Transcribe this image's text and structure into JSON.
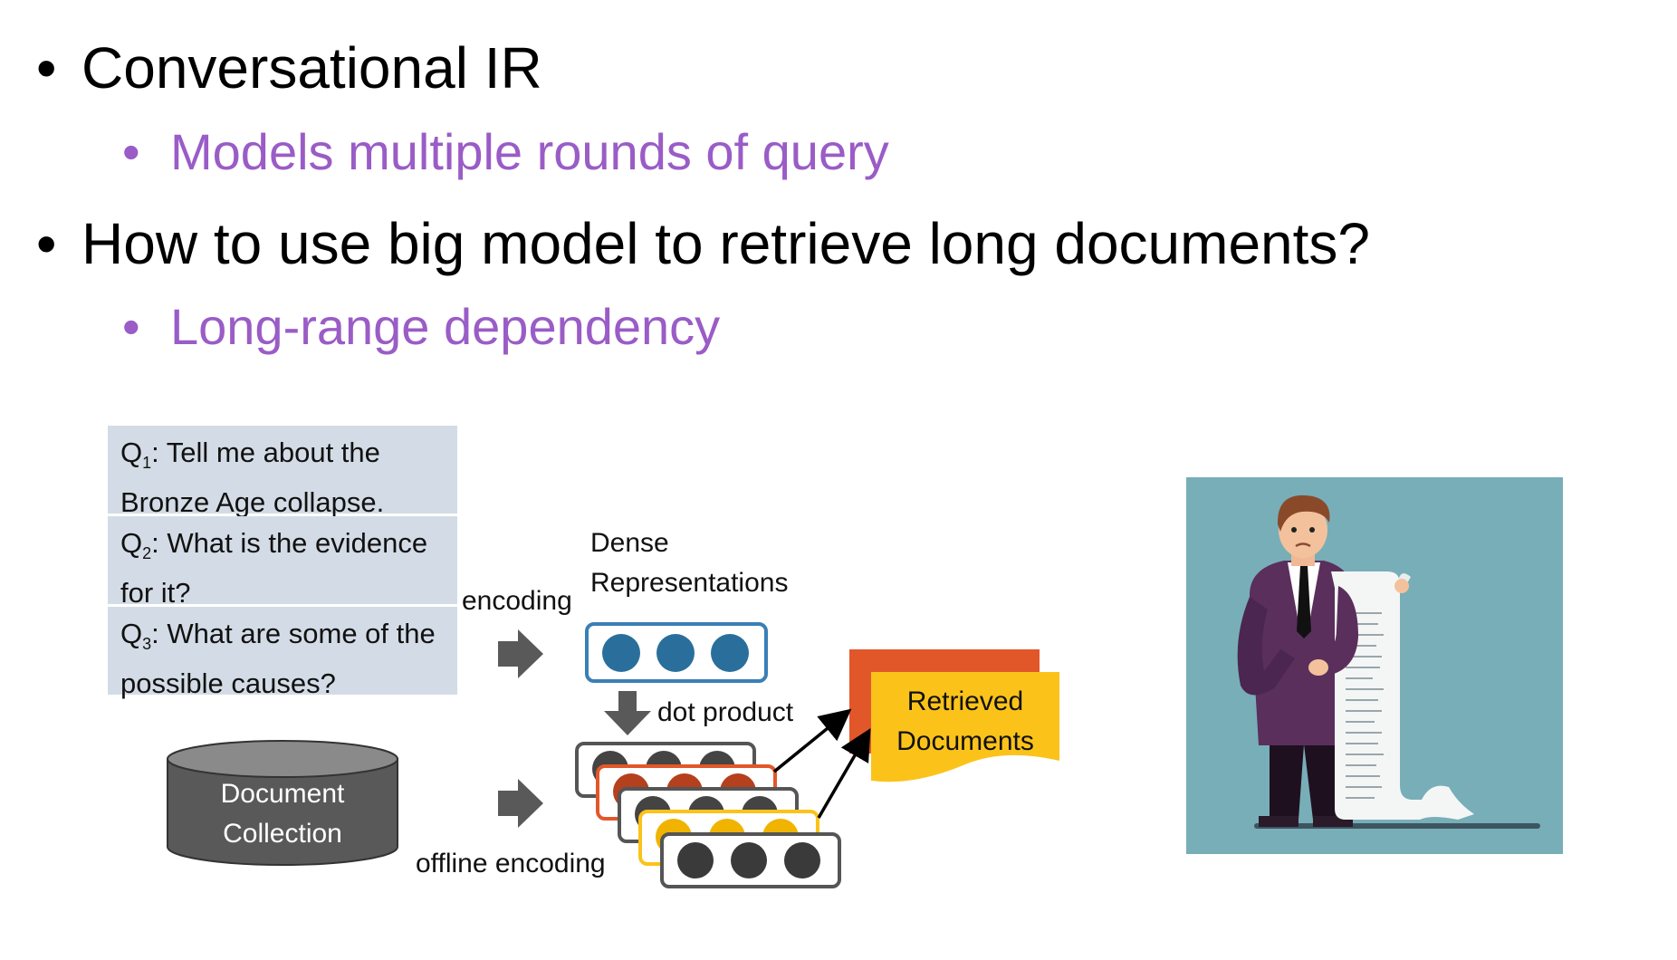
{
  "slide": {
    "bullets": [
      {
        "text": "Conversational IR",
        "sub": "Models multiple rounds of query"
      },
      {
        "text": "How to use big model to retrieve long documents?",
        "sub": "Long-range dependency"
      }
    ]
  },
  "diagram": {
    "queries": [
      {
        "prefix": "Q",
        "index": "1",
        "text": ": Tell me about the Bronze Age collapse."
      },
      {
        "prefix": "Q",
        "index": "2",
        "text": ": What is the evidence for it?"
      },
      {
        "prefix": "Q",
        "index": "3",
        "text": ": What are some of the possible causes?"
      }
    ],
    "encoding_label": "encoding",
    "dense_label_line1": "Dense",
    "dense_label_line2": "Representations",
    "dot_product_label": "dot product",
    "collection_label_line1": "Document",
    "collection_label_line2": "Collection",
    "offline_label": "offline encoding",
    "retrieved_label_line1": "Retrieved",
    "retrieved_label_line2": "Documents"
  },
  "colors": {
    "bullet_sub": "#9a5cc6",
    "query_bg": "#d3dce6",
    "dense_border": "#3a7fb6",
    "dense_dot": "#2a6f9c",
    "doc_orange": "#e2572a",
    "doc_yellow": "#fbc31a",
    "cylinder": "#5a5a5a",
    "illustration_bg": "#78aeb8"
  },
  "icons": {
    "arrow": "right-arrow-icon",
    "down_arrow": "down-arrow-icon",
    "database": "database-cylinder-icon",
    "illustration": "man-reading-long-receipt-illustration"
  }
}
